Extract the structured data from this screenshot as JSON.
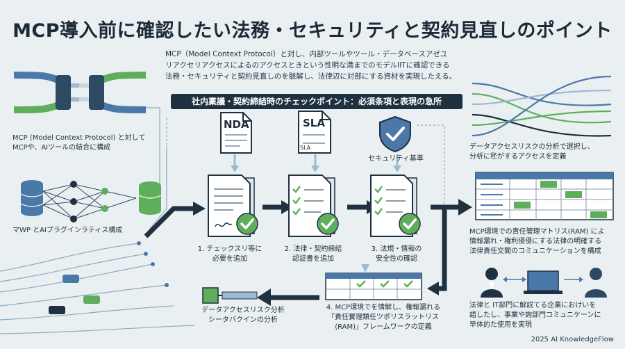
{
  "title": "MCP導入前に確認したい法務・セキュリティと契約見直しのポイント",
  "intro": {
    "lines": [
      "MCP（Model Context Protocol）と対し、内部ツールやツール・データベースアゼユ",
      "リアクセリアクセスによるのアクセスときという性明な満までのモデルIITに確認できる",
      "法務・セキュリティと契約見直しのを骸解し、法律辺に対部にする資材を実現したえる。"
    ]
  },
  "banner": "社内稟議・契約締結時のチェックポイント：必須条項と表現の急所",
  "left": {
    "connector_caption": [
      "MCP (Model Context Protocol) と対して",
      "MCPや、AIツールの結合に構成"
    ],
    "network_caption": "マWP とAIプラグインラティス構成"
  },
  "docs": {
    "nda_label": "NDA",
    "sla_label": "SLA",
    "sla_small": "SLA",
    "security_label": "セキュリティ基準"
  },
  "steps": [
    {
      "lines": [
        "1. チェックスリ等に",
        "必要を追加"
      ]
    },
    {
      "lines": [
        "2. 法律・契約締結",
        "認証書を追加"
      ]
    },
    {
      "lines": [
        "3. 法規・情報の",
        "安全性の確認"
      ]
    },
    {
      "lines": [
        "4. MCP環境でを情解し、権報漏れる",
        "「責任實理類任ツポリスラットリス",
        "(RAM)」フレームワークの定義"
      ]
    }
  ],
  "right": {
    "flow_caption": [
      "データアクセスリスクの分析で選択し、",
      "分析に秠がするアクセスを定義"
    ],
    "ram_caption": [
      "MCP環境での責任管理マトリス(RAM) によ",
      "情報漏れ・権利侵侵にする法律の明確する",
      "法律責任交間のコミュニケーションを構成"
    ],
    "people_caption": [
      "法律と IT部門に解説てる企業におけいを",
      "語したし、事業や詢部門コミュニケーンに",
      "早体的た使用を実現"
    ]
  },
  "bottom": {
    "analysis_caption": [
      "データアクセスリスク分析",
      "シータバクインの分析"
    ]
  },
  "footer": "2025 AI KnowledgeFlow",
  "colors": {
    "navy": "#1f3040",
    "green": "#5fae5c",
    "blue": "#4a78a8",
    "light_blue": "#9dbad2",
    "background": "#eaf0f2"
  },
  "icons": [
    "plug-connector-icon",
    "database-icon",
    "ai-network-icon",
    "document-icon",
    "checklist-icon",
    "shield-check-icon",
    "matrix-table-icon",
    "person-icon",
    "laptop-icon",
    "circuit-lines-icon"
  ]
}
